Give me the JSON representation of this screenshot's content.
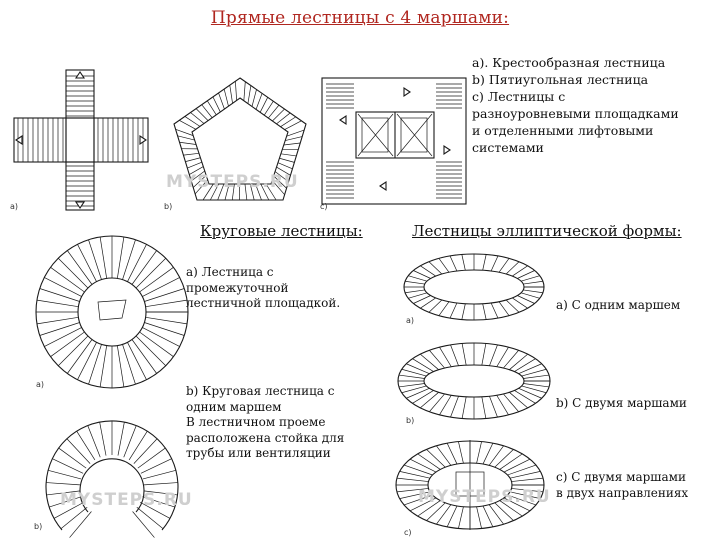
{
  "title": "Прямые лестницы с 4 маршами:",
  "straight": {
    "panel_labels": [
      "а)",
      "b)",
      "с)"
    ],
    "watermark": "MYSTEPS.RU",
    "legend": [
      "а). Крестообразная лестница",
      "b) Пятиугольная лестница",
      "с) Лестницы с",
      "разноуровневыми площадками",
      "и отделенными лифтовыми",
      "системами"
    ]
  },
  "circular": {
    "heading": "Круговые лестницы:",
    "a_label": "а)",
    "b_label": "b)",
    "watermark": "MYSTEPS.RU",
    "a_text": [
      "а) Лестница с",
      "промежуточной",
      "лестничной площадкой."
    ],
    "b_text": [
      "b) Круговая лестница с",
      "одним маршем",
      "В лестничном проеме",
      "расположена стойка для",
      "трубы или вентиляции"
    ]
  },
  "elliptical": {
    "heading": "Лестницы эллиптической формы:",
    "panel_labels": [
      "а)",
      "b)",
      "с)"
    ],
    "watermark": "MYSTEPS.RU",
    "a_text": "а) С одним маршем",
    "b_text": "b) С двумя маршами",
    "c_text": [
      "с) С двумя маршами",
      "в двух направлениях"
    ]
  }
}
